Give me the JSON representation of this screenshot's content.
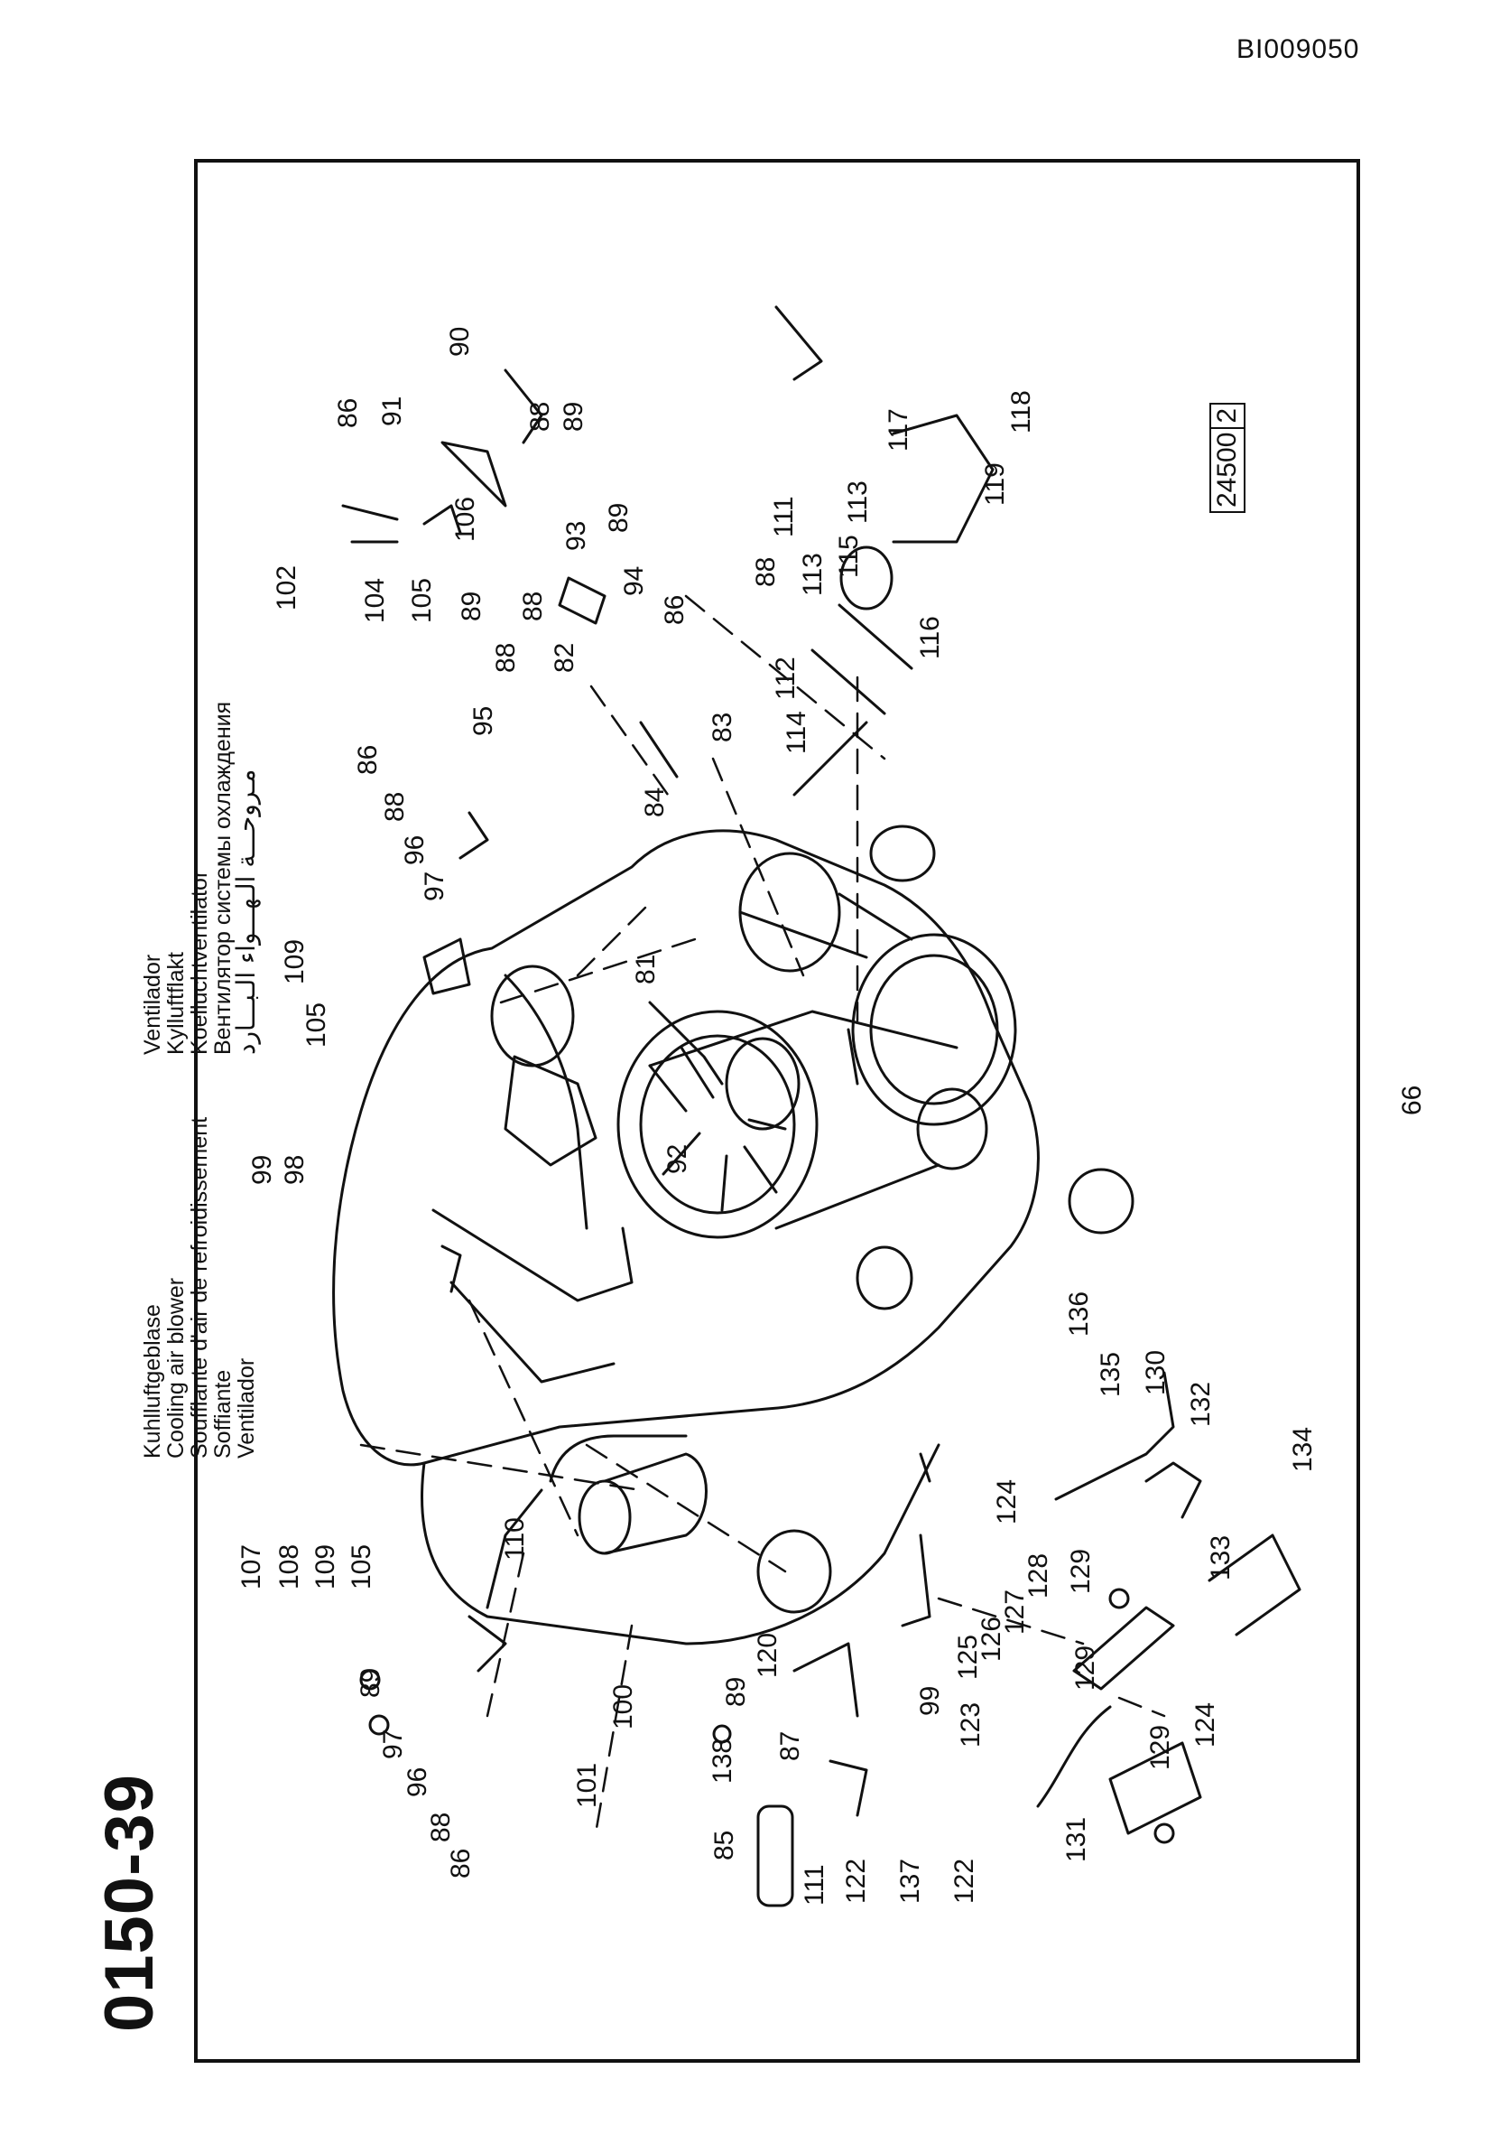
{
  "header": {
    "doc_id": "BI009050"
  },
  "page_code": "0150-39",
  "titles": [
    "Kuhlluftgeblase",
    "Cooling air blower",
    "Soufflante d'air de refroidissement",
    "Soffiante",
    "Ventilador",
    "Ventilador",
    "Kylluftflakt",
    "Koelluchtventilator",
    "Вентилятор системы охлаждения",
    "مـروحـــة الـهـــواء الـبـــارد"
  ],
  "figure_ref": [
    "24500",
    "2"
  ],
  "page_number": "66",
  "callouts": [
    {
      "id": "c102",
      "text": "102"
    },
    {
      "id": "c104",
      "text": "104"
    },
    {
      "id": "c105a",
      "text": "105"
    },
    {
      "id": "c106",
      "text": "106"
    },
    {
      "id": "c86a",
      "text": "86"
    },
    {
      "id": "c91",
      "text": "91"
    },
    {
      "id": "c90",
      "text": "90"
    },
    {
      "id": "c88a",
      "text": "88"
    },
    {
      "id": "c89a",
      "text": "89"
    },
    {
      "id": "c89b",
      "text": "89"
    },
    {
      "id": "c88b",
      "text": "88"
    },
    {
      "id": "c93",
      "text": "93"
    },
    {
      "id": "c89c",
      "text": "89"
    },
    {
      "id": "c95",
      "text": "95"
    },
    {
      "id": "c88c",
      "text": "88"
    },
    {
      "id": "c82",
      "text": "82"
    },
    {
      "id": "c94",
      "text": "94"
    },
    {
      "id": "c86b",
      "text": "86"
    },
    {
      "id": "c88d",
      "text": "88"
    },
    {
      "id": "c111a",
      "text": "111"
    },
    {
      "id": "c113a",
      "text": "113"
    },
    {
      "id": "c115",
      "text": "115"
    },
    {
      "id": "c113b",
      "text": "113"
    },
    {
      "id": "c117",
      "text": "117"
    },
    {
      "id": "c118",
      "text": "118"
    },
    {
      "id": "c119",
      "text": "119"
    },
    {
      "id": "c116",
      "text": "116"
    },
    {
      "id": "c112",
      "text": "112"
    },
    {
      "id": "c114",
      "text": "114"
    },
    {
      "id": "c86c",
      "text": "86"
    },
    {
      "id": "c88e",
      "text": "88"
    },
    {
      "id": "c96a",
      "text": "96"
    },
    {
      "id": "c97a",
      "text": "97"
    },
    {
      "id": "c84",
      "text": "84"
    },
    {
      "id": "c83",
      "text": "83"
    },
    {
      "id": "c109a",
      "text": "109"
    },
    {
      "id": "c105b",
      "text": "105"
    },
    {
      "id": "c81",
      "text": "81"
    },
    {
      "id": "c92",
      "text": "92"
    },
    {
      "id": "c99a",
      "text": "99"
    },
    {
      "id": "c98",
      "text": "98"
    },
    {
      "id": "c107",
      "text": "107"
    },
    {
      "id": "c108",
      "text": "108"
    },
    {
      "id": "c109b",
      "text": "109"
    },
    {
      "id": "c105c",
      "text": "105"
    },
    {
      "id": "c110",
      "text": "110"
    },
    {
      "id": "c89d",
      "text": "89"
    },
    {
      "id": "c97b",
      "text": "97"
    },
    {
      "id": "c96b",
      "text": "96"
    },
    {
      "id": "c88f",
      "text": "88"
    },
    {
      "id": "c86d",
      "text": "86"
    },
    {
      "id": "c100",
      "text": "100"
    },
    {
      "id": "c101",
      "text": "101"
    },
    {
      "id": "c89e",
      "text": "89"
    },
    {
      "id": "c138",
      "text": "138"
    },
    {
      "id": "c87",
      "text": "87"
    },
    {
      "id": "c85",
      "text": "85"
    },
    {
      "id": "c111b",
      "text": "111"
    },
    {
      "id": "c122a",
      "text": "122"
    },
    {
      "id": "c137",
      "text": "137"
    },
    {
      "id": "c122b",
      "text": "122"
    },
    {
      "id": "c120",
      "text": "120"
    },
    {
      "id": "c99b",
      "text": "99"
    },
    {
      "id": "c125",
      "text": "125"
    },
    {
      "id": "c126",
      "text": "126"
    },
    {
      "id": "c127",
      "text": "127"
    },
    {
      "id": "c128",
      "text": "128"
    },
    {
      "id": "c124a",
      "text": "124"
    },
    {
      "id": "c129a",
      "text": "129"
    },
    {
      "id": "c123",
      "text": "123"
    },
    {
      "id": "c136",
      "text": "136"
    },
    {
      "id": "c135",
      "text": "135"
    },
    {
      "id": "c130",
      "text": "130"
    },
    {
      "id": "c132",
      "text": "132"
    },
    {
      "id": "c133",
      "text": "133"
    },
    {
      "id": "c134",
      "text": "134"
    },
    {
      "id": "c129b",
      "text": "129"
    },
    {
      "id": "c129c",
      "text": "129"
    },
    {
      "id": "c124b",
      "text": "124"
    },
    {
      "id": "c131",
      "text": "131"
    }
  ]
}
